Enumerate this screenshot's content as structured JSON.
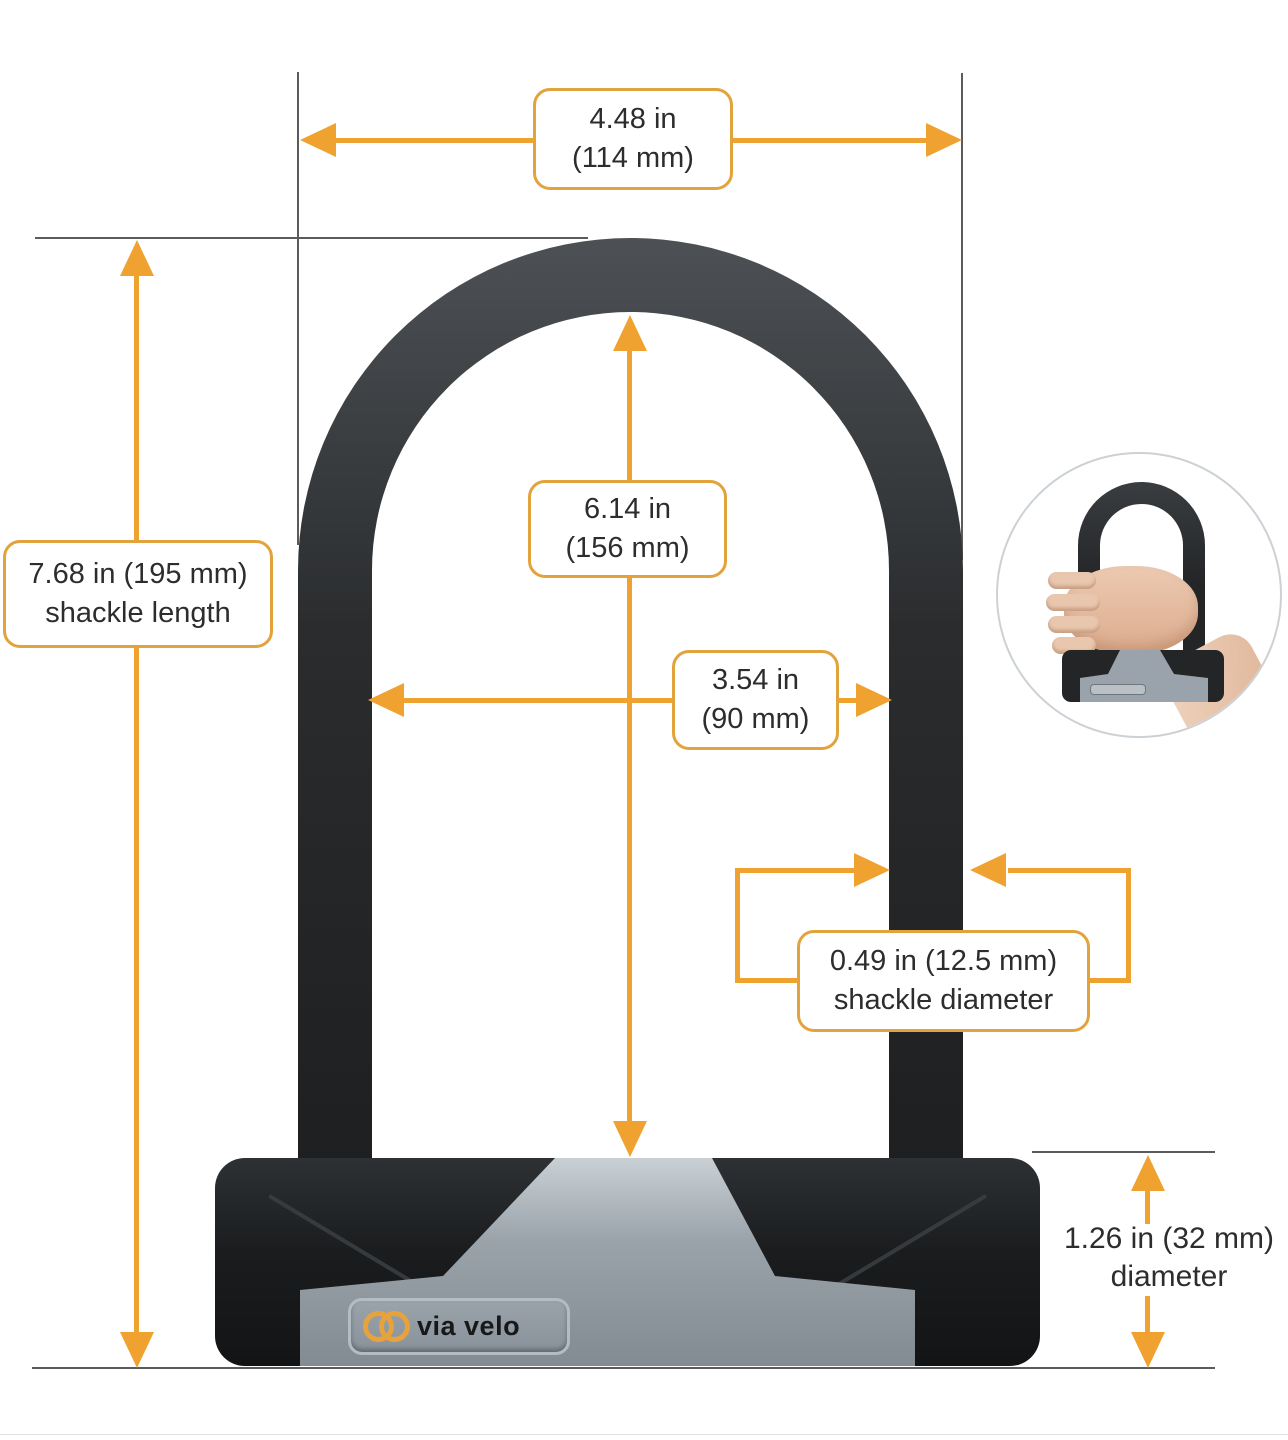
{
  "diagram": {
    "brand": {
      "name": "via velo"
    },
    "dimensions": {
      "outer_width": {
        "value": "4.48 in",
        "metric": "(114 mm)"
      },
      "shackle_length": {
        "value": "7.68 in (195 mm)",
        "label": "shackle length"
      },
      "inner_height": {
        "value": "6.14 in",
        "metric": "(156 mm)"
      },
      "inner_width": {
        "value": "3.54 in",
        "metric": "(90 mm)"
      },
      "shackle_diameter": {
        "value": "0.49 in (12.5 mm)",
        "label": "shackle diameter"
      },
      "body_diameter": {
        "value": "1.26 in (32 mm)",
        "label": "diameter"
      }
    },
    "colors": {
      "accent_arrow": "#EFA22F",
      "label_border": "#E2A33C",
      "reference_line": "#5B5B5B"
    }
  }
}
